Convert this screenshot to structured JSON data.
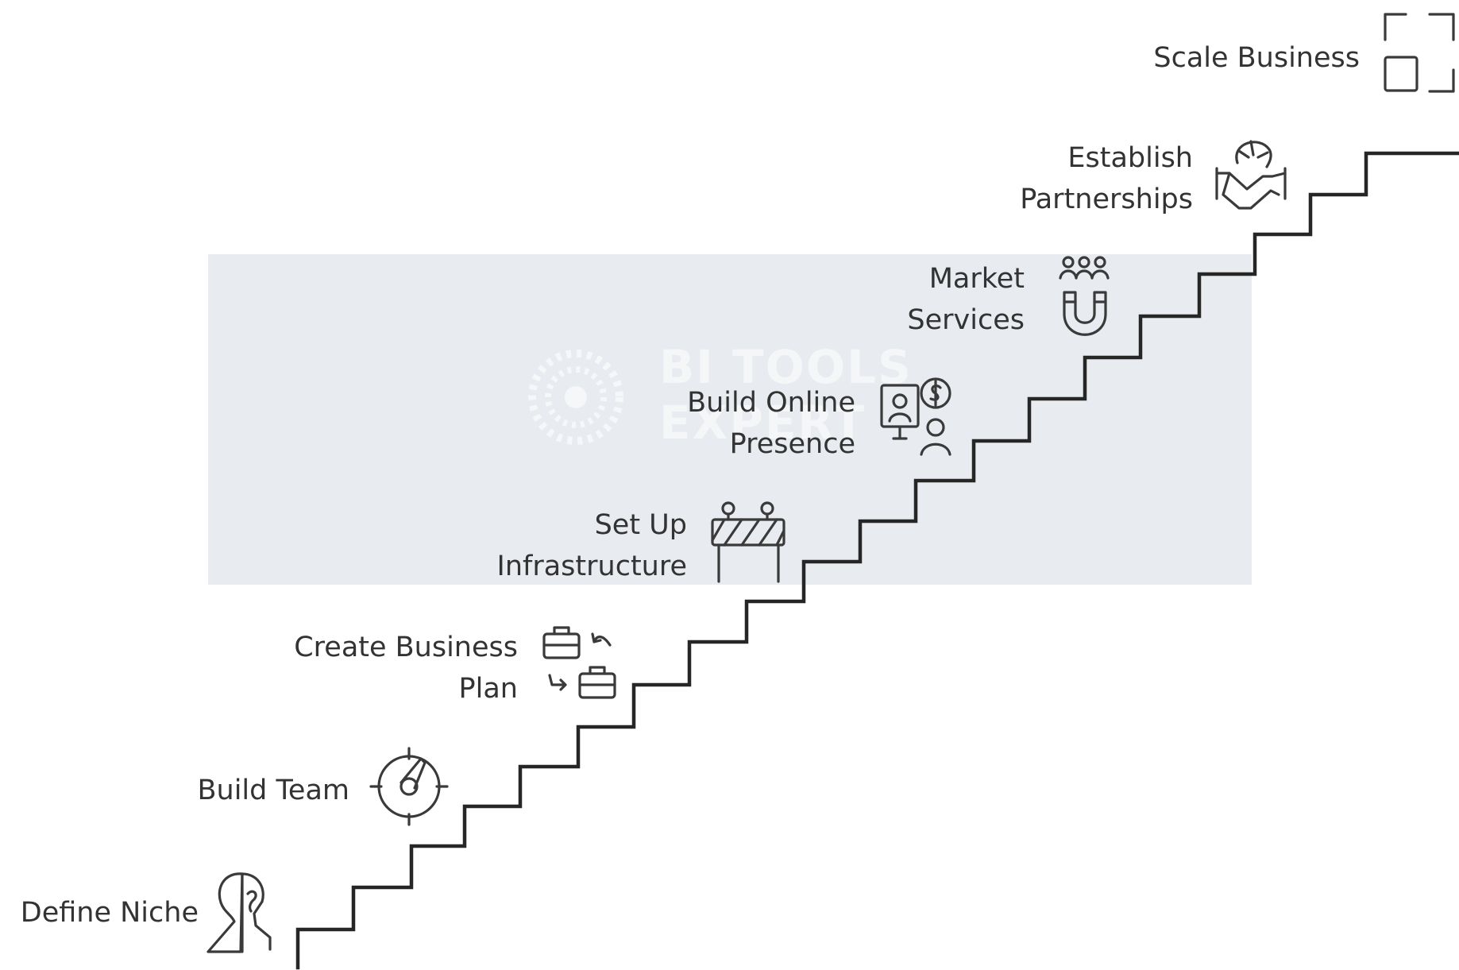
{
  "watermark": {
    "line1": "BI TOOLS",
    "line2": "EXPERT"
  },
  "steps": [
    {
      "label_lines": [
        "Define Niche"
      ],
      "icon": "person-thinking-icon"
    },
    {
      "label_lines": [
        "Build Team"
      ],
      "icon": "target-compass-icon"
    },
    {
      "label_lines": [
        "Create Business",
        "Plan"
      ],
      "icon": "briefcase-exchange-icon"
    },
    {
      "label_lines": [
        "Set Up",
        "Infrastructure"
      ],
      "icon": "barrier-icon"
    },
    {
      "label_lines": [
        "Build Online",
        "Presence"
      ],
      "icon": "monitor-money-person-icon"
    },
    {
      "label_lines": [
        "Market",
        "Services"
      ],
      "icon": "people-magnet-icon"
    },
    {
      "label_lines": [
        "Establish",
        "Partnerships"
      ],
      "icon": "handshake-icon"
    },
    {
      "label_lines": [
        "Scale Business"
      ],
      "icon": "expand-frame-icon"
    }
  ],
  "colors": {
    "stairs": "#262626",
    "text": "#333333",
    "watermark_panel": "#e6e9ee"
  }
}
